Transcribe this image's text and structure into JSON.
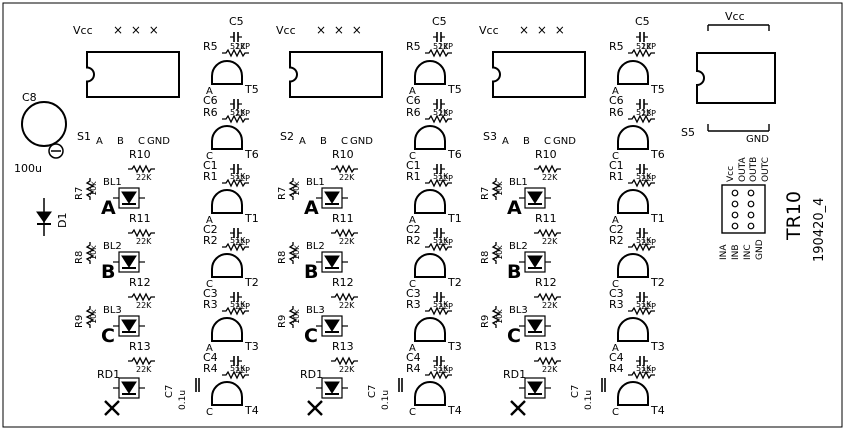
{
  "board": {
    "vcc_label": "Vcc",
    "x_marks": "× × ×",
    "gnd_label": "GND",
    "title": "TR10",
    "date_code": "190420_4"
  },
  "left_parts": {
    "cap_c8": "C8",
    "cap_c8_value": "100u",
    "diode_d1": "D1"
  },
  "switch_labels": [
    "S1",
    "S2",
    "S3"
  ],
  "switch_pins": [
    "A",
    "B",
    "C",
    "GND"
  ],
  "led_labels": [
    "BL1",
    "BL2",
    "BL3"
  ],
  "led_big_letters": [
    "A",
    "B",
    "C"
  ],
  "led_resistors": [
    "R7",
    "R8",
    "R9"
  ],
  "led_resistor_value": "10k",
  "series_resistors": [
    "R10",
    "R11",
    "R12",
    "R13"
  ],
  "series_resistor_value": "22K",
  "rd_label": "RD1",
  "cap_c7": "C7",
  "cap_c7_value": "0.1u",
  "stage": {
    "cap_top": "C5",
    "cap_top_value": "22P",
    "cap_value": "22P",
    "res_value": "51K",
    "caps": [
      "C6",
      "C1",
      "C2",
      "C3",
      "C4"
    ],
    "resistors": [
      "R5",
      "R6",
      "R1",
      "R2",
      "R3",
      "R4"
    ],
    "transistors": [
      "T5",
      "T6",
      "T1",
      "T2",
      "T3",
      "T4"
    ],
    "pin_a": "A",
    "pin_c": "C"
  },
  "connector": {
    "label": "S5",
    "pins_right": [
      "Vcc",
      "OUTA",
      "OUTB",
      "OUTC"
    ],
    "pins_bottom": [
      "INA",
      "INB",
      "INC",
      "GND"
    ]
  }
}
